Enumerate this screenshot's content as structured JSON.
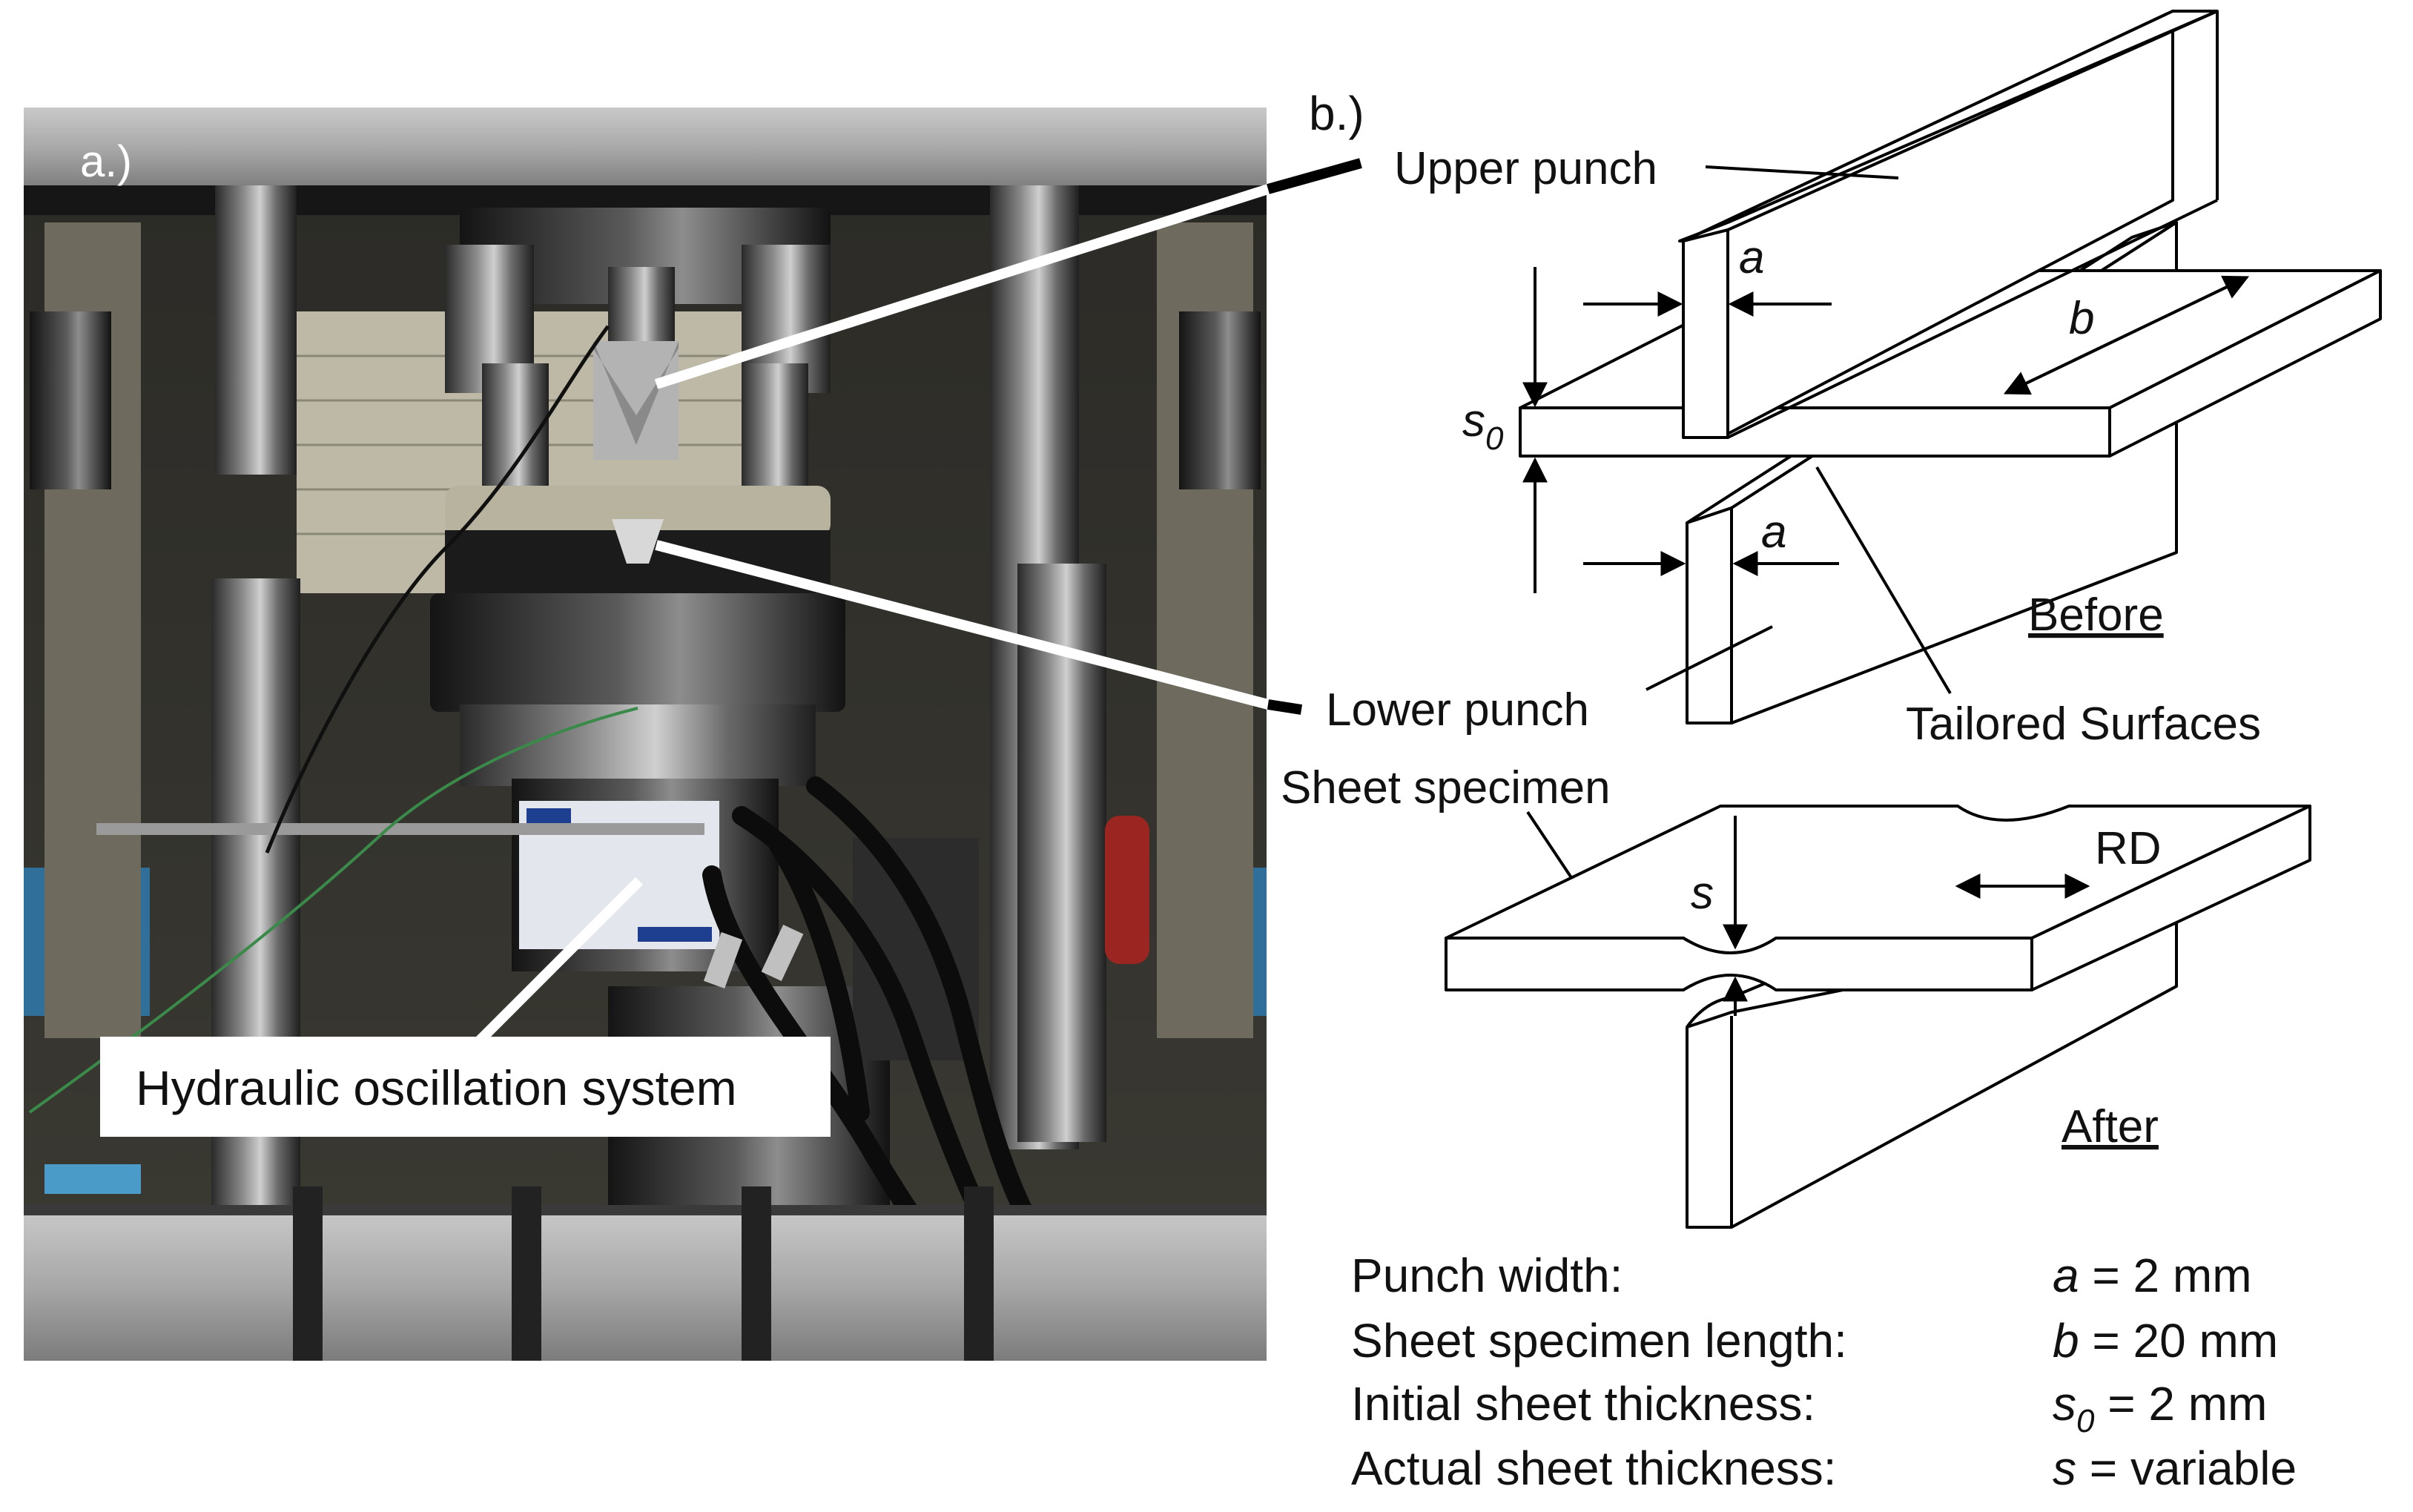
{
  "panel_a": {
    "label": "a.)"
  },
  "panel_b": {
    "label": "b.)"
  },
  "labels": {
    "upper_punch": "Upper punch",
    "lower_punch": "Lower punch",
    "tailored_surfaces": "Tailored Surfaces",
    "sheet_specimen": "Sheet specimen",
    "hydraulic": "Hydraulic oscillation system",
    "before": "Before",
    "after": "After",
    "rd": "RD",
    "dim_a": "a",
    "dim_b": "b",
    "dim_s0": "s",
    "dim_s0_sub": "0",
    "dim_s": "s"
  },
  "params": [
    {
      "name": "Punch width:",
      "sym": "a",
      "sub": "",
      "value": " = 2 mm"
    },
    {
      "name": "Sheet specimen length:",
      "sym": "b",
      "sub": "",
      "value": " = 20 mm"
    },
    {
      "name": "Initial  sheet thickness:",
      "sym": "s",
      "sub": "0",
      "value": " = 2 mm"
    },
    {
      "name": "Actual sheet thickness:",
      "sym": "s",
      "sub": "",
      "value": " = variable"
    }
  ]
}
